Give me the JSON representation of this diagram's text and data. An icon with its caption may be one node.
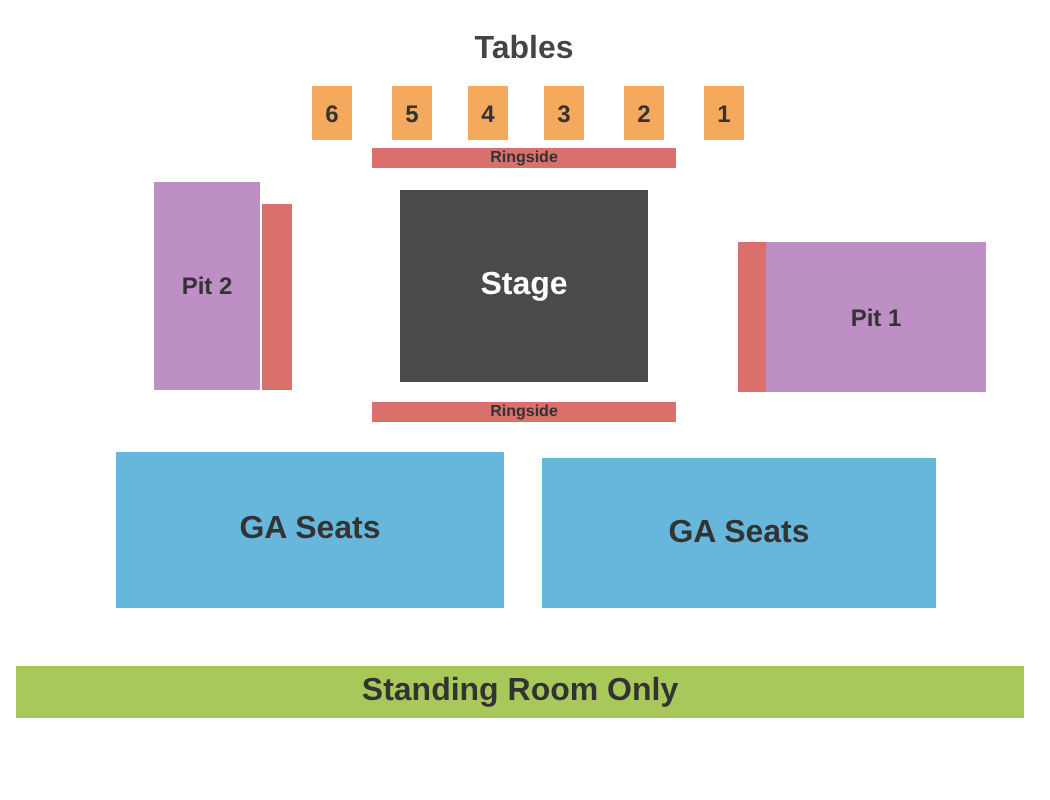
{
  "diagram": {
    "nodes": [
      {
        "text": [
          "6"
        ]
      },
      {
        "text": [
          "5"
        ]
      },
      {
        "text": [
          "4"
        ]
      },
      {
        "text": [
          "3"
        ]
      },
      {
        "text": [
          "2"
        ]
      },
      {
        "text": [
          "1"
        ]
      },
      {
        "text": [
          "Ringside"
        ]
      },
      {
        "text": [
          "Pit 2"
        ]
      },
      {
        "text": [],
        "shape": "bar"
      },
      {
        "text": [
          "Stage"
        ]
      },
      {
        "text": [],
        "shape": "bar"
      },
      {
        "text": [
          "Pit 1"
        ]
      },
      {
        "text": [
          "Ringside"
        ]
      },
      {
        "text": [
          "GA Seats"
        ]
      },
      {
        "text": [
          "GA Seats"
        ]
      },
      {
        "text": [
          "Standing Room Only"
        ]
      }
    ],
    "edges": [],
    "labels": [
      "Tables"
    ]
  }
}
